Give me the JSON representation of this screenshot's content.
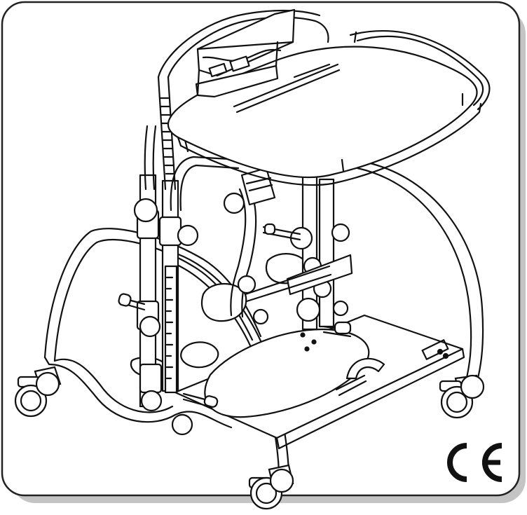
{
  "figure": {
    "subject": "standing-frame-illustration",
    "style": "black line art on white card with drop shadow",
    "colors": {
      "line": "#111111",
      "fill": "#ffffff",
      "frame": "#222222",
      "shadow": "#bdbdbd"
    }
  },
  "marks": {
    "ce": "CE"
  }
}
